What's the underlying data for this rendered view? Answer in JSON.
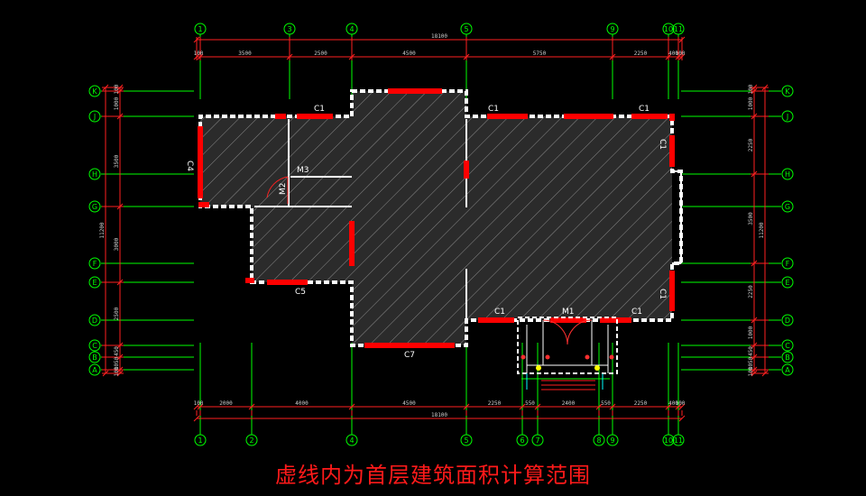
{
  "caption": "虚线内为首层建筑面积计算范围",
  "colors": {
    "background": "#000000",
    "axis": "#00ff00",
    "dimension": "#ff2020",
    "wall": "#ffffff",
    "opening": "#ff0000",
    "hatch": "#8a8a8a",
    "fill": "#2b2b2b",
    "text": "#ffffff",
    "yellow": "#ffff00"
  },
  "top_axes": [
    "1",
    "3",
    "4",
    "5",
    "9",
    "10",
    "11"
  ],
  "bottom_axes": [
    "1",
    "2",
    "4",
    "5",
    "6",
    "7",
    "8",
    "9",
    "10",
    "11"
  ],
  "side_axes": [
    "K",
    "J",
    "H",
    "G",
    "F",
    "E",
    "D",
    "C",
    "B",
    "A"
  ],
  "top_dims": {
    "total": "18100",
    "segments": [
      "100",
      "3500",
      "2500",
      "4500",
      "5750",
      "2250",
      "400",
      "100"
    ]
  },
  "bottom_dims": {
    "total": "18100",
    "segments": [
      "100",
      "2000",
      "4000",
      "4500",
      "2250",
      "550",
      "2400",
      "550",
      "2250",
      "400",
      "100"
    ]
  },
  "left_dims": {
    "total": "11200",
    "segments": [
      "100",
      "1000",
      "3500",
      "3000",
      "2500",
      "450",
      "1050",
      "100"
    ]
  },
  "right_dims": {
    "total": "11200",
    "segments": [
      "100",
      "1000",
      "2250",
      "3500",
      "2250",
      "1000",
      "450",
      "1050",
      "100"
    ]
  },
  "labels": {
    "c1_a": "C1",
    "c1_b": "C1",
    "c1_c": "C1",
    "c1_d": "C1",
    "c1_e": "C1",
    "c1_f": "C1",
    "c1_g": "C1",
    "c4": "C4",
    "c5": "C5",
    "c7": "C7",
    "m1": "M1",
    "m2": "M2",
    "m3": "M3"
  }
}
